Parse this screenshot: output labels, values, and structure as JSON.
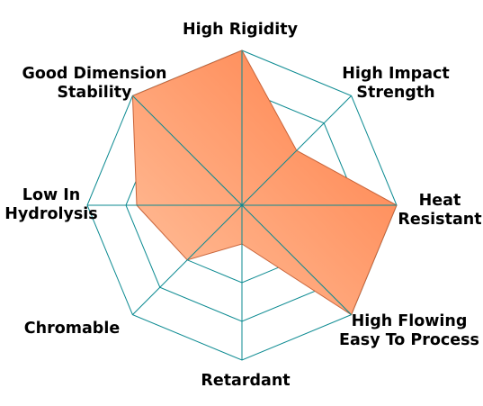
{
  "chart_data": {
    "type": "radar",
    "title": "",
    "levels": 4,
    "max": 1,
    "grid": true,
    "legend": "none",
    "axes": [
      {
        "lines": [
          "High Rigidity"
        ]
      },
      {
        "lines": [
          "High Impact",
          "Strength"
        ]
      },
      {
        "lines": [
          "Heat",
          "Resistant"
        ]
      },
      {
        "lines": [
          "High Flowing",
          "Easy To Process"
        ]
      },
      {
        "lines": [
          "Retardant"
        ]
      },
      {
        "lines": [
          "Chromable"
        ]
      },
      {
        "lines": [
          "Low In",
          "Hydrolysis"
        ]
      },
      {
        "lines": [
          "Good Dimension",
          "Stability"
        ]
      }
    ],
    "series": [
      {
        "values": [
          1.0,
          0.5,
          1.0,
          1.0,
          0.25,
          0.5,
          0.68,
          1.0
        ],
        "fill_from": "#ffc29e",
        "fill_to": "#ff7d45",
        "stroke": "#c8643a"
      }
    ],
    "colors": {
      "grid": "#0b8a91",
      "background": "#ffffff"
    }
  }
}
